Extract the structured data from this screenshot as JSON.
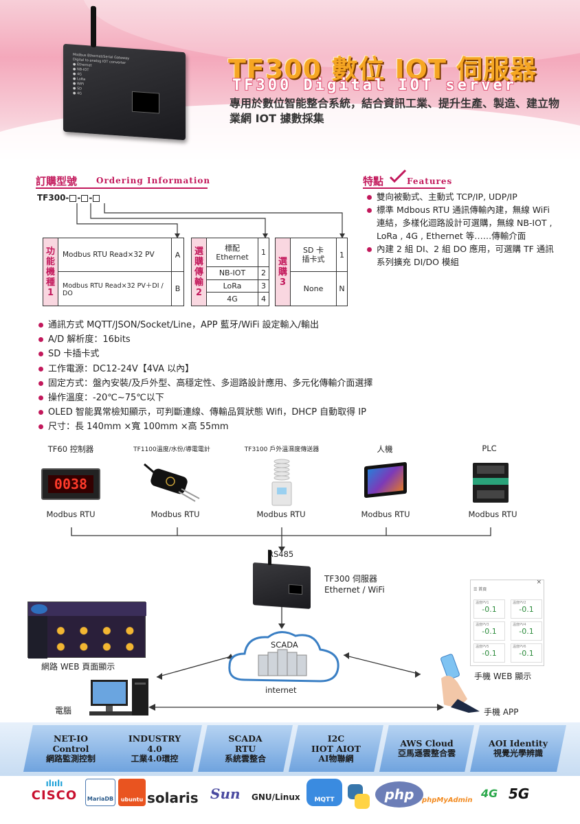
{
  "header": {
    "title_zh": "TF300 數位 IOT 伺服器",
    "title_en": "TF300 Digital IOT server",
    "description": "專用於數位智能整合系統，結合資訊工業、提升生產、製造、建立物業網 IOT 據數採集",
    "device_label": "Modbus Ethernet/Serial Gateway\nDigital to analog IOT converter\n● Ethernet\n● NB-IOT\n● 4G\n● LoRa\n● WiFi\n● SD\n● 4G"
  },
  "ordering": {
    "heading": "訂購型號",
    "heading_en": "Ordering Information",
    "model_prefix": "TF300-",
    "table1": {
      "header": "功能機種1",
      "rows": [
        {
          "desc": "Modbus RTU Read×32 PV",
          "code": "A"
        },
        {
          "desc": "Modbus RTU Read×32 PV＋DI / DO",
          "code": "B"
        }
      ]
    },
    "table2": {
      "header": "選購傳輸2",
      "rows": [
        {
          "desc": "標配\nEthernet",
          "code": "1"
        },
        {
          "desc": "NB-IOT",
          "code": "2"
        },
        {
          "desc": "LoRa",
          "code": "3"
        },
        {
          "desc": "4G",
          "code": "4"
        }
      ]
    },
    "table3": {
      "header": "選購3",
      "rows": [
        {
          "desc": "SD 卡\n插卡式",
          "code": "1"
        },
        {
          "desc": "None",
          "code": "N"
        }
      ]
    }
  },
  "features": {
    "heading": "特點",
    "heading_en": "Features",
    "items": [
      "雙向被動式、主動式 TCP/IP, UDP/IP",
      "標準 Mdbous RTU 通訊傳輸內建，無線 WiFi 連結，多樣化迴路設計可選購，無線 NB-IOT , LoRa , 4G , Ethernet 等……傳輸介面",
      "內建 2 組 DI、2 組 DO 應用，可選購 TF 通訊系列擴充 DI/DO 模組"
    ]
  },
  "specs": [
    "通訊方式 MQTT/JSON/Socket/Line，APP 藍牙/WiFi 設定輸入/輸出",
    "A/D 解析度：16bits",
    "SD 卡插卡式",
    "工作電源：DC12-24V【4VA 以內】",
    "固定方式：盤內安裝/及戶外型、高穩定性、多迴路設計應用、多元化傳輸介面選擇",
    "操作溫度：-20℃~75℃以下",
    "OLED 智能異常檢知顯示，可判斷連線、傳輸品質狀態 Wifi，DHCP 自動取得 IP",
    "尺寸：長 140mm ×寬 100mm ×高 55mm"
  ],
  "devices": [
    {
      "label": "TF60 控制器",
      "protocol": "Modbus RTU"
    },
    {
      "label": "TF1100溫度/水份/導電電計",
      "protocol": "Modbus RTU"
    },
    {
      "label": "TF3100 戶外溫濕度傳送器",
      "protocol": "Modbus RTU"
    },
    {
      "label": "人機",
      "protocol": "Modbus RTU"
    },
    {
      "label": "PLC",
      "protocol": "Modbus RTU"
    }
  ],
  "controller_display": "0038",
  "diagram": {
    "bus": "RS485",
    "server_name": "TF300 伺服器",
    "server_link": "Ethernet / WiFi",
    "cloud_label": "SCADA",
    "internet_label": "internet",
    "web_label": "網路 WEB 頁面顯示",
    "pc_label": "電腦",
    "mobile_web_label": "手機 WEB 顯示",
    "app_label": "手機 APP",
    "phone_title": "首頁",
    "phone_value": "-0.1",
    "phone_tiles": [
      "溫度PV1",
      "溫度PV2",
      "溫度PV3",
      "溫度PV4",
      "溫度PV5",
      "溫度PV6"
    ]
  },
  "tiles": [
    {
      "line1": "NET-IO",
      "line2": "Control",
      "line3": "網路監測控制"
    },
    {
      "line1": "INDUSTRY",
      "line2": "4.0",
      "line3": "工業4.0環控"
    },
    {
      "line1": "SCADA",
      "line2": "RTU",
      "line3": "系統雲整合"
    },
    {
      "line1": "I2C",
      "line2": "IIOT AIOT",
      "line3": "AI物聯網"
    },
    {
      "line1": "AWS Cloud",
      "line2": "亞馬遜雲整合雲",
      "line3": ""
    },
    {
      "line1": "AOI Identity",
      "line2": "視覺光學辨識",
      "line3": ""
    }
  ],
  "logos": [
    "CISCO",
    "MariaDB",
    "ubuntu",
    "solaris",
    "Sun",
    "GNU/Linux",
    "MQTT",
    "python",
    "php",
    "phpMyAdmin",
    "4G",
    "5G"
  ],
  "colors": {
    "accent": "#c2185b",
    "title_orange": "#f6a623",
    "tile_blue": "#6fa3de"
  }
}
